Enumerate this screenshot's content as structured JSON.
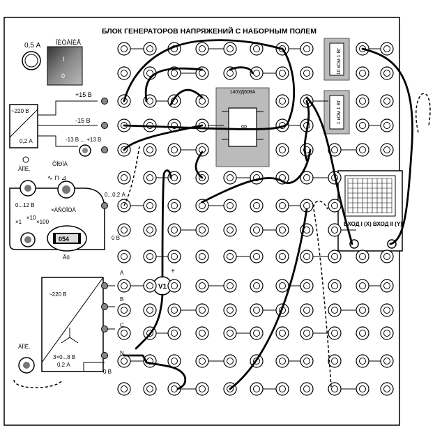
{
  "title": "БЛОК ГЕНЕРАТОРОВ НАПРЯЖЕНИЙ С НАБОРНЫМ ПОЛЕМ",
  "fuse": {
    "label": "0,5 А"
  },
  "power_switch": {
    "label": "ÏÈÒÀÍÈÅ",
    "on": "I",
    "off": "0"
  },
  "power_supply": {
    "input": "~220 В",
    "current": "0,2 А",
    "knob": "ÀÌÏË."
  },
  "dc_outputs": [
    {
      "label": "+15 В"
    },
    {
      "label": "-15 В"
    },
    {
      "label": "-13 В ... +13 В"
    }
  ],
  "function_generator": {
    "title": "ÔÎÐÌÀ",
    "range": "0...12 В",
    "freq_label": "×ÀÑÒÎÒÀ",
    "x1": "×1",
    "x10": "×10",
    "x100": "×100",
    "display": "054",
    "unit": "Ãö",
    "output": "0...0,2 А",
    "ground": "0 В"
  },
  "three_phase": {
    "input": "~220 В",
    "range": "3×0...8 В",
    "current": "0,2 А",
    "phases": [
      "A",
      "B",
      "C"
    ],
    "neutral": "N",
    "ground": "0 В",
    "knob": "ÀÌÏË."
  },
  "voltmeter": {
    "label": "V1",
    "plus": "+"
  },
  "opamp": {
    "label": "140УД608А",
    "symbol": "∞"
  },
  "resistors": [
    {
      "label": "10 кОм 1 Вт"
    },
    {
      "label": "1 кОм 1 Вт"
    }
  ],
  "oscilloscope": {
    "input_x": "ВХОД I (X)",
    "input_y": "ВХОД II (Y)"
  }
}
